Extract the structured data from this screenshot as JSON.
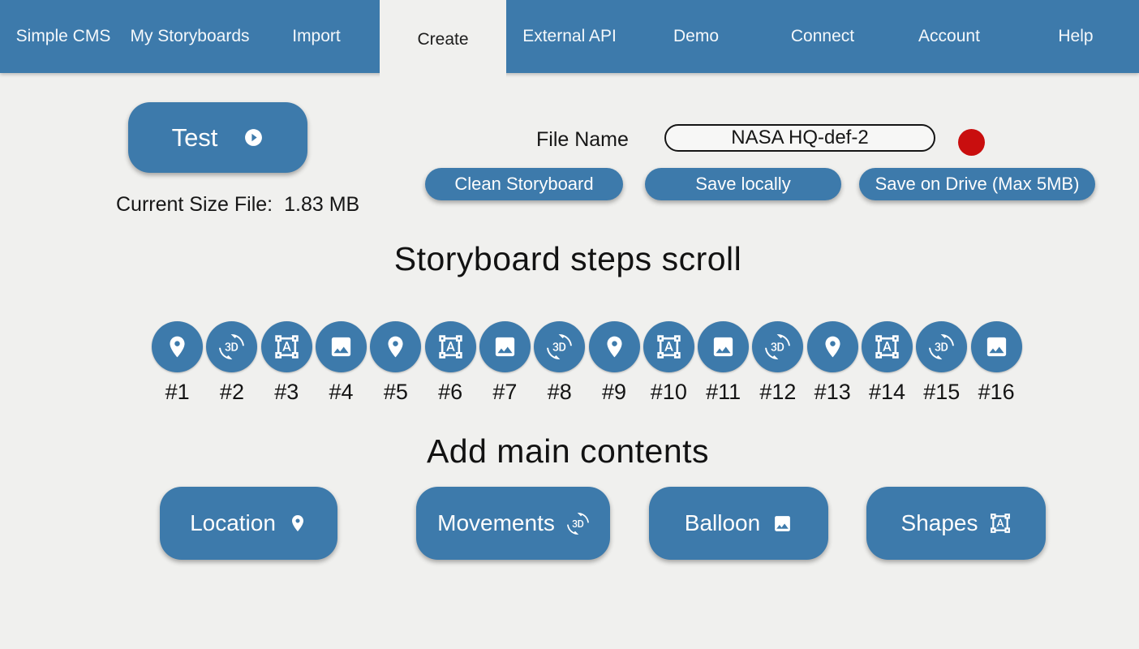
{
  "nav": {
    "items": [
      {
        "label": "Simple CMS"
      },
      {
        "label": "My Storyboards"
      },
      {
        "label": "Import"
      },
      {
        "label": "Create"
      },
      {
        "label": "External API"
      },
      {
        "label": "Demo"
      },
      {
        "label": "Connect"
      },
      {
        "label": "Account"
      },
      {
        "label": "Help"
      }
    ],
    "active_tab": "Create"
  },
  "toolbar": {
    "test_button": "Test",
    "current_size_label": "Current Size File:",
    "current_size_value": "1.83 MB",
    "file_name_label": "File Name",
    "file_name_value": "NASA HQ-def-2",
    "clean_button": "Clean Storyboard",
    "save_locally_button": "Save locally",
    "save_drive_button": "Save on Drive (Max 5MB)"
  },
  "steps": {
    "title": "Storyboard steps scroll",
    "items": [
      {
        "label": "#1",
        "icon": "location"
      },
      {
        "label": "#2",
        "icon": "rotation-3d"
      },
      {
        "label": "#3",
        "icon": "shapes"
      },
      {
        "label": "#4",
        "icon": "image"
      },
      {
        "label": "#5",
        "icon": "location"
      },
      {
        "label": "#6",
        "icon": "shapes"
      },
      {
        "label": "#7",
        "icon": "image"
      },
      {
        "label": "#8",
        "icon": "rotation-3d"
      },
      {
        "label": "#9",
        "icon": "location"
      },
      {
        "label": "#10",
        "icon": "shapes"
      },
      {
        "label": "#11",
        "icon": "image"
      },
      {
        "label": "#12",
        "icon": "rotation-3d"
      },
      {
        "label": "#13",
        "icon": "location"
      },
      {
        "label": "#14",
        "icon": "shapes"
      },
      {
        "label": "#15",
        "icon": "rotation-3d"
      },
      {
        "label": "#16",
        "icon": "image"
      }
    ]
  },
  "contents": {
    "title": "Add main contents",
    "buttons": [
      {
        "label": "Location",
        "icon": "location"
      },
      {
        "label": "Movements",
        "icon": "rotation-3d"
      },
      {
        "label": "Balloon",
        "icon": "image"
      },
      {
        "label": "Shapes",
        "icon": "shapes"
      }
    ]
  },
  "status": {
    "unsaved_indicator_color": "#c90e0e"
  },
  "colors": {
    "accent": "#3d7aab",
    "background": "#f0f0ee",
    "text": "#1b1b1b"
  }
}
